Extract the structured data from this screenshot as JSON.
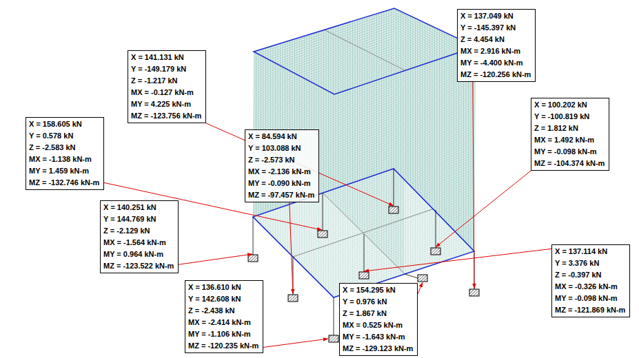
{
  "diagram": {
    "nodes": [
      {
        "text": [
          "X = 137.049 kN",
          "Y = -145.397 kN",
          "Z = 4.454 kN",
          "MX = 2.916 kN-m",
          "MY = -4.400 kN-m",
          "MZ = -120.256 kN-m"
        ]
      },
      {
        "text": [
          "X = 141.131 kN",
          "Y = -149.179 kN",
          "Z = -1.217 kN",
          "MX = -0.127 kN-m",
          "MY = 4.225 kN-m",
          "MZ = -123.756 kN-m"
        ]
      },
      {
        "text": [
          "X = 100.202 kN",
          "Y = -100.819 kN",
          "Z = 1.812 kN",
          "MX = 1.492 kN-m",
          "MY = -0.098 kN-m",
          "MZ = -104.374 kN-m"
        ]
      },
      {
        "text": [
          "X = 158.605 kN",
          "Y = 0.578 kN",
          "Z = -2.583 kN",
          "MX = -1.138 kN-m",
          "MY = 1.459 kN-m",
          "MZ = -132.746 kN-m"
        ]
      },
      {
        "text": [
          "X = 84.594 kN",
          "Y = 103.088 kN",
          "Z = -2.573 kN",
          "MX = -2.136 kN-m",
          "MY = -0.090 kN-m",
          "MZ = -97.457 kN-m"
        ]
      },
      {
        "text": [
          "X = 140.251 kN",
          "Y = 144.769 kN",
          "Z = -2.129 kN",
          "MX = -1.564 kN-m",
          "MY = 0.964 kN-m",
          "MZ = -123.522 kN-m"
        ]
      },
      {
        "text": [
          "X = 137.114 kN",
          "Y = 3.376 kN",
          "Z = -0.397 kN",
          "MX = -0.326 kN-m",
          "MY = -0.098 kN-m",
          "MZ = -121.869 kN-m"
        ]
      },
      {
        "text": [
          "X = 154.295 kN",
          "Y = 0.976 kN",
          "Z = 1.867 kN",
          "MX = 0.525 kN-m",
          "MY = -1.643 kN-m",
          "MZ = -129.123 kN-m"
        ]
      },
      {
        "text": [
          "X = 136.610 kN",
          "Y = 142.608 kN",
          "Z = -2.438 kN",
          "MX = -2.414 kN-m",
          "MY = -1.106 kN-m",
          "MZ = -120.235 kN-m"
        ]
      }
    ]
  }
}
